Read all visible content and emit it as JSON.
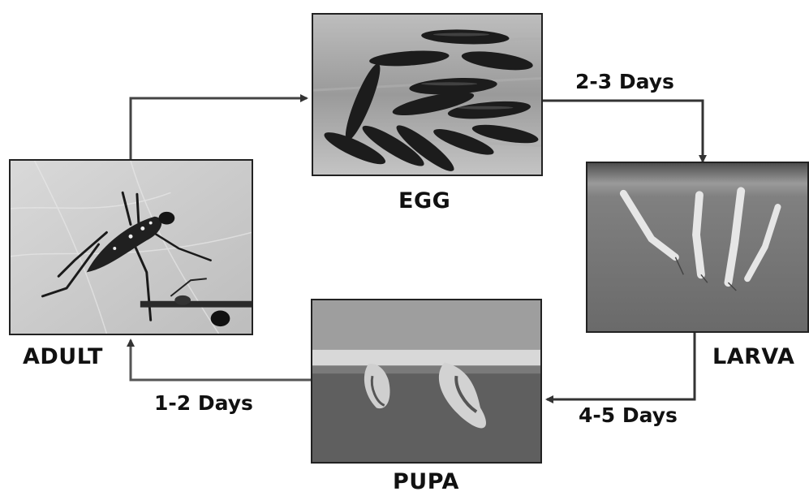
{
  "stages": {
    "egg": "EGG",
    "larva": "LARVA",
    "pupa": "PUPA",
    "adult": "ADULT"
  },
  "durations": {
    "egg_to_larva": "2-3 Days",
    "larva_to_pupa": "4-5 Days",
    "pupa_to_adult": "1-2 Days"
  }
}
